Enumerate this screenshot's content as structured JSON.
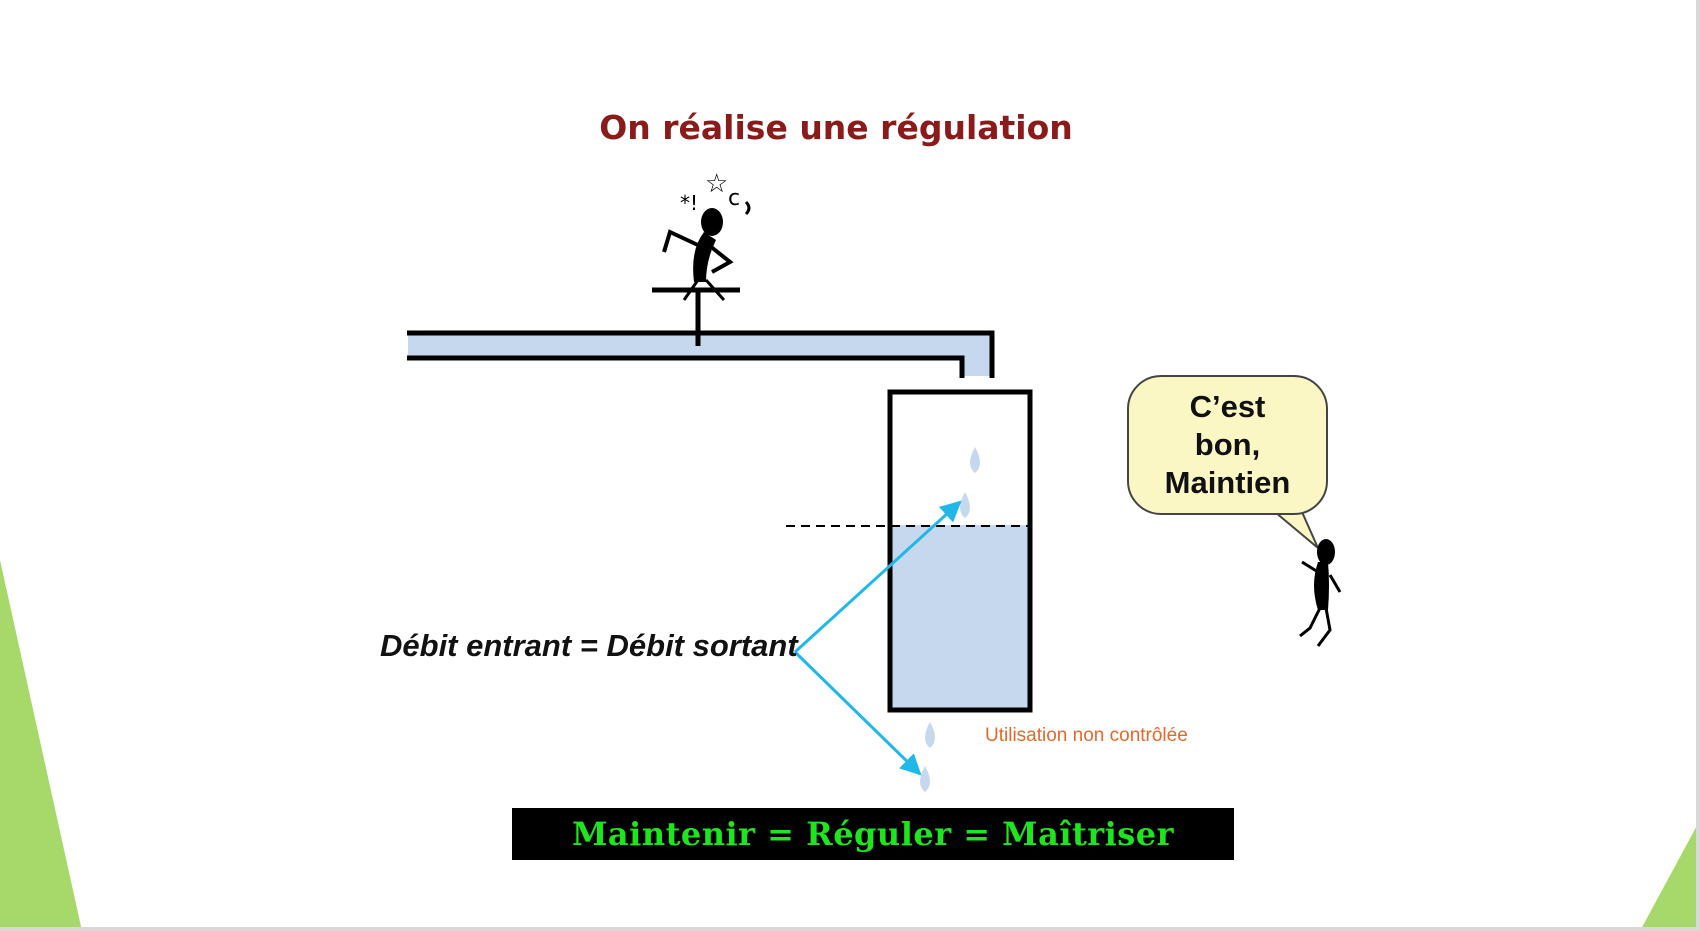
{
  "slide": {
    "title": "On réalise une régulation",
    "equation": "Débit entrant = Débit sortant",
    "usage_label": "Utilisation non contrôlée",
    "speech_bubble": [
      "C’est",
      "bon,",
      "Maintien"
    ],
    "banner": "Maintenir = Réguler = Maîtriser"
  },
  "colors": {
    "title": "#8b1a1a",
    "water": "#c5d8ee",
    "arrow": "#1fb8e8",
    "usage_label": "#e06a2b",
    "banner_text": "#1ee61e",
    "bubble_fill": "#fbf7c4",
    "decor_green": "#a6d96a"
  },
  "icons": {
    "operator_top": "stressed-figure-turning-valve-icon",
    "observer": "standing-figure-icon",
    "drops": "water-drop-icon"
  },
  "level": {
    "water_fill_fraction": 0.58
  }
}
